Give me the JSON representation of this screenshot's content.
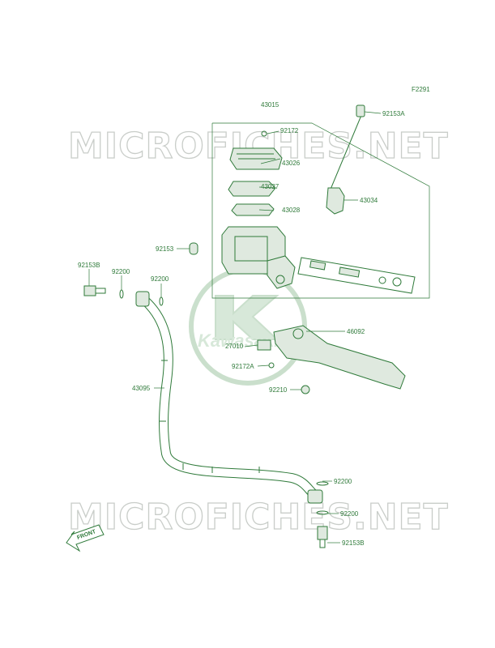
{
  "figure_code": "F2291",
  "watermark": {
    "text": "MICROFICHES.NET"
  },
  "logo": {
    "text": "Kawasaki"
  },
  "front_arrow": "FRONT",
  "labels": [
    {
      "id": "43015",
      "text": "43015"
    },
    {
      "id": "92172",
      "text": "92172"
    },
    {
      "id": "43026",
      "text": "43026"
    },
    {
      "id": "43027",
      "text": "43027"
    },
    {
      "id": "43028",
      "text": "43028"
    },
    {
      "id": "92153A",
      "text": "92153A"
    },
    {
      "id": "43034",
      "text": "43034"
    },
    {
      "id": "92153",
      "text": "92153"
    },
    {
      "id": "92153B_top",
      "text": "92153B"
    },
    {
      "id": "92200_a",
      "text": "92200"
    },
    {
      "id": "92200_b",
      "text": "92200"
    },
    {
      "id": "46092",
      "text": "46092"
    },
    {
      "id": "27010",
      "text": "27010"
    },
    {
      "id": "92172A",
      "text": "92172A"
    },
    {
      "id": "92210",
      "text": "92210"
    },
    {
      "id": "43095",
      "text": "43095"
    },
    {
      "id": "92200_c",
      "text": "92200"
    },
    {
      "id": "92200_d",
      "text": "92200"
    },
    {
      "id": "92153B_bot",
      "text": "92153B"
    }
  ],
  "colors": {
    "line": "#2f7a3a",
    "watermark": "#c9cdc9",
    "fill": "#dfe9df"
  }
}
